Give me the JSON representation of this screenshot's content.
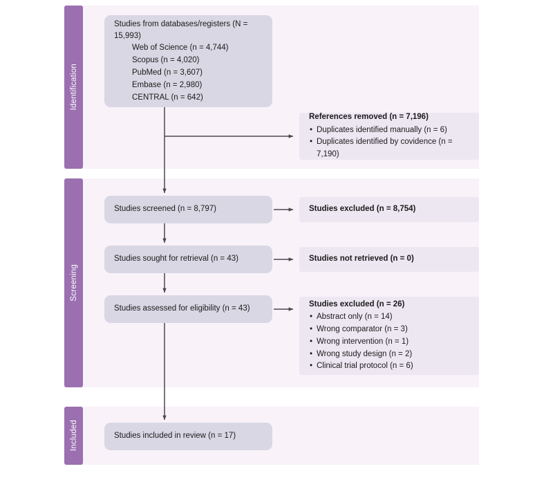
{
  "diagram": {
    "type": "prisma-flow-diagram",
    "colors": {
      "stage_bar": "#9B6FB0",
      "band_background": "#F9F2F9",
      "main_box": "#D9D7E4",
      "side_box": "#EDE7F2",
      "connector": "#4A4750",
      "text": "#1a1a1a"
    }
  },
  "stages": {
    "identification": "Identification",
    "screening": "Screening",
    "included": "Included"
  },
  "identification": {
    "sources_header": "Studies from databases/registers (N = 15,993)",
    "sources": [
      "Web of Science (n = 4,744)",
      "Scopus (n = 4,020)",
      "PubMed (n = 3,607)",
      "Embase (n = 2,980)",
      "CENTRAL (n = 642)"
    ],
    "references_removed": {
      "title": "References removed (n = 7,196)",
      "items": [
        "Duplicates identified manually (n = 6)",
        "Duplicates identified by covidence (n = 7,190)"
      ]
    }
  },
  "screening": {
    "screened": "Studies screened (n = 8,797)",
    "excluded_screened": "Studies excluded (n = 8,754)",
    "sought_for_retrieval": "Studies sought for retrieval (n = 43)",
    "not_retrieved": "Studies not retrieved (n = 0)",
    "assessed_for_eligibility": "Studies assessed for eligibility (n = 43)",
    "excluded_eligibility": {
      "title": "Studies excluded (n = 26)",
      "items": [
        "Abstract only (n = 14)",
        "Wrong comparator (n = 3)",
        "Wrong intervention (n = 1)",
        "Wrong study design (n = 2)",
        "Clinical trial protocol (n = 6)"
      ]
    }
  },
  "included": {
    "studies_included": "Studies included in review (n = 17)"
  }
}
